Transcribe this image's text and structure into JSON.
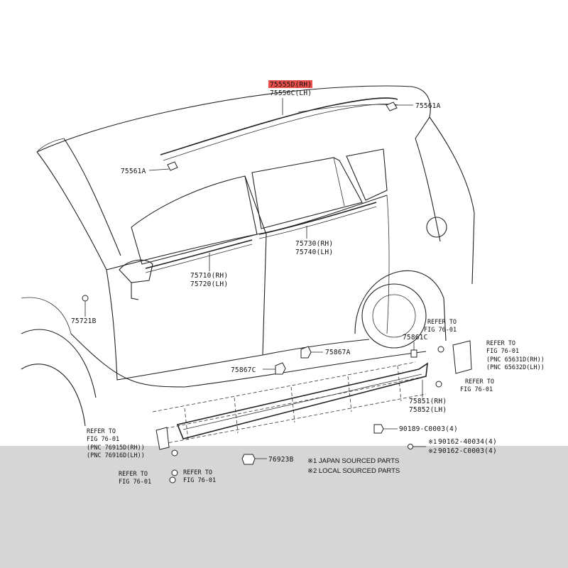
{
  "callouts": {
    "c75555D": "75555D(RH)",
    "c75556C": "75556C(LH)",
    "c75561A_r": "75561A",
    "c75561A_l": "75561A",
    "c75730": "75730(RH)",
    "c75740": "75740(LH)",
    "c75710": "75710(RH)",
    "c75720": "75720(LH)",
    "c75721B": "75721B",
    "c75861C": "75861C",
    "c75867A": "75867A",
    "c75867C": "75867C",
    "c75851": "75851(RH)",
    "c75852": "75852(LH)",
    "c90189": "90189-C0003(4)",
    "c90162a": "90162-40034(4)",
    "c90162b": "90162-C0003(4)",
    "c76923B": "76923B",
    "mark1": "※1",
    "mark2": "※2"
  },
  "refs": {
    "refer_to": "REFER TO",
    "fig": "FIG 76-01",
    "pnc_65631d": "(PNC 65631D(RH))",
    "pnc_65632d": "(PNC 65632D(LH))",
    "pnc_76915d": "(PNC 76915D(RH))",
    "pnc_76916d": "(PNC 76916D(LH))"
  },
  "notes": {
    "japan": "※1 JAPAN SOURCED PARTS",
    "local": "※2 LOCAL SOURCED PARTS"
  },
  "colors": {
    "highlight": "#e8302a",
    "band": "#d6d6d6"
  }
}
